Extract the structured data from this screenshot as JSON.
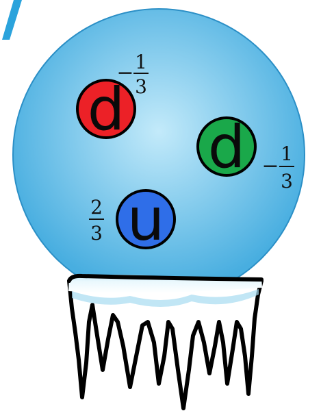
{
  "colors": {
    "sphere_center": "#bde7f7",
    "sphere_edge": "#3aa3d9",
    "sphere_outline": "#2b8fc6",
    "red": "#ec2127",
    "green": "#1aa84a",
    "blue": "#2f6ee8",
    "ice_top": "#c8ecf7",
    "ice_dark": "#7fc8e8"
  },
  "quarks": [
    {
      "letter": "d",
      "color_name": "red",
      "charge_sign": "−",
      "charge_num": "1",
      "charge_den": "3"
    },
    {
      "letter": "d",
      "color_name": "green",
      "charge_sign": "−",
      "charge_num": "1",
      "charge_den": "3"
    },
    {
      "letter": "u",
      "color_name": "blue",
      "charge_sign": "",
      "charge_num": "2",
      "charge_den": "3"
    }
  ]
}
